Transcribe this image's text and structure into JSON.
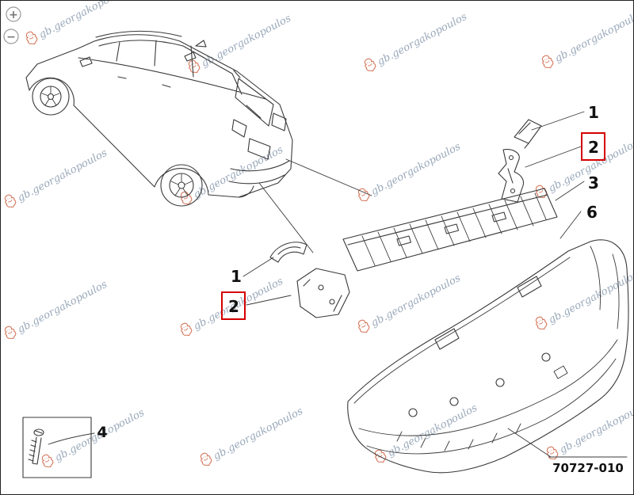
{
  "diagram": {
    "part_code": "70727-010",
    "watermark": {
      "text": "gb.georgakopoulos"
    },
    "zoom_controls": {
      "zoom_in_label": "+",
      "zoom_out_label": "−"
    },
    "callouts": {
      "r1": {
        "label": "1",
        "highlighted": false
      },
      "r2": {
        "label": "2",
        "highlighted": true
      },
      "r3": {
        "label": "3",
        "highlighted": false
      },
      "r6": {
        "label": "6",
        "highlighted": false
      },
      "l1": {
        "label": "1",
        "highlighted": false
      },
      "l2": {
        "label": "2",
        "highlighted": true
      },
      "i4": {
        "label": "4",
        "highlighted": false
      }
    },
    "colors": {
      "highlight": "#d40000",
      "watermark_text": "#8093a9",
      "logo": "#c9512e",
      "line": "#3a3a3a"
    }
  }
}
